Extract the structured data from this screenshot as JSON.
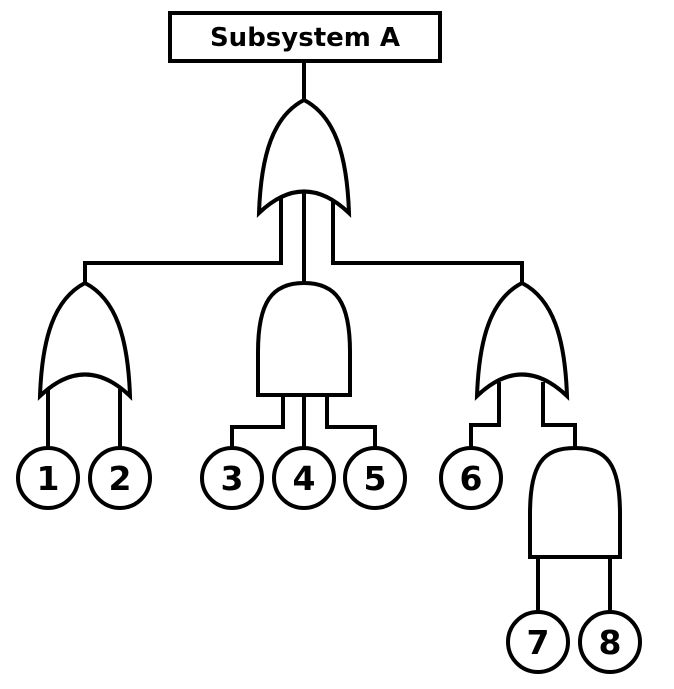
{
  "colors": {
    "line": "#000000",
    "shape_fill": "#ffffff",
    "background": "#ffffff",
    "text": "#000000"
  },
  "diagram": {
    "kind": "fault-tree",
    "top_event": {
      "label": "Subsystem A"
    },
    "gates": [
      {
        "id": "gate-top",
        "type": "OR",
        "output": "Subsystem A"
      },
      {
        "id": "gate-left",
        "type": "OR",
        "inputs": [
          "1",
          "2"
        ]
      },
      {
        "id": "gate-middle",
        "type": "AND",
        "inputs": [
          "3",
          "4",
          "5"
        ]
      },
      {
        "id": "gate-right",
        "type": "OR",
        "inputs": [
          "6",
          "gate-right-lower"
        ]
      },
      {
        "id": "gate-right-lower",
        "type": "AND",
        "inputs": [
          "7",
          "8"
        ]
      }
    ],
    "basic_events": [
      {
        "label": "1"
      },
      {
        "label": "2"
      },
      {
        "label": "3"
      },
      {
        "label": "4"
      },
      {
        "label": "5"
      },
      {
        "label": "6"
      },
      {
        "label": "7"
      },
      {
        "label": "8"
      }
    ],
    "structure": [
      "Subsystem A = OR(gate-left, gate-middle, gate-right)",
      "gate-left = OR(1, 2)",
      "gate-middle = AND(3, 4, 5)",
      "gate-right = OR(6, gate-right-lower)",
      "gate-right-lower = AND(7, 8)"
    ]
  }
}
